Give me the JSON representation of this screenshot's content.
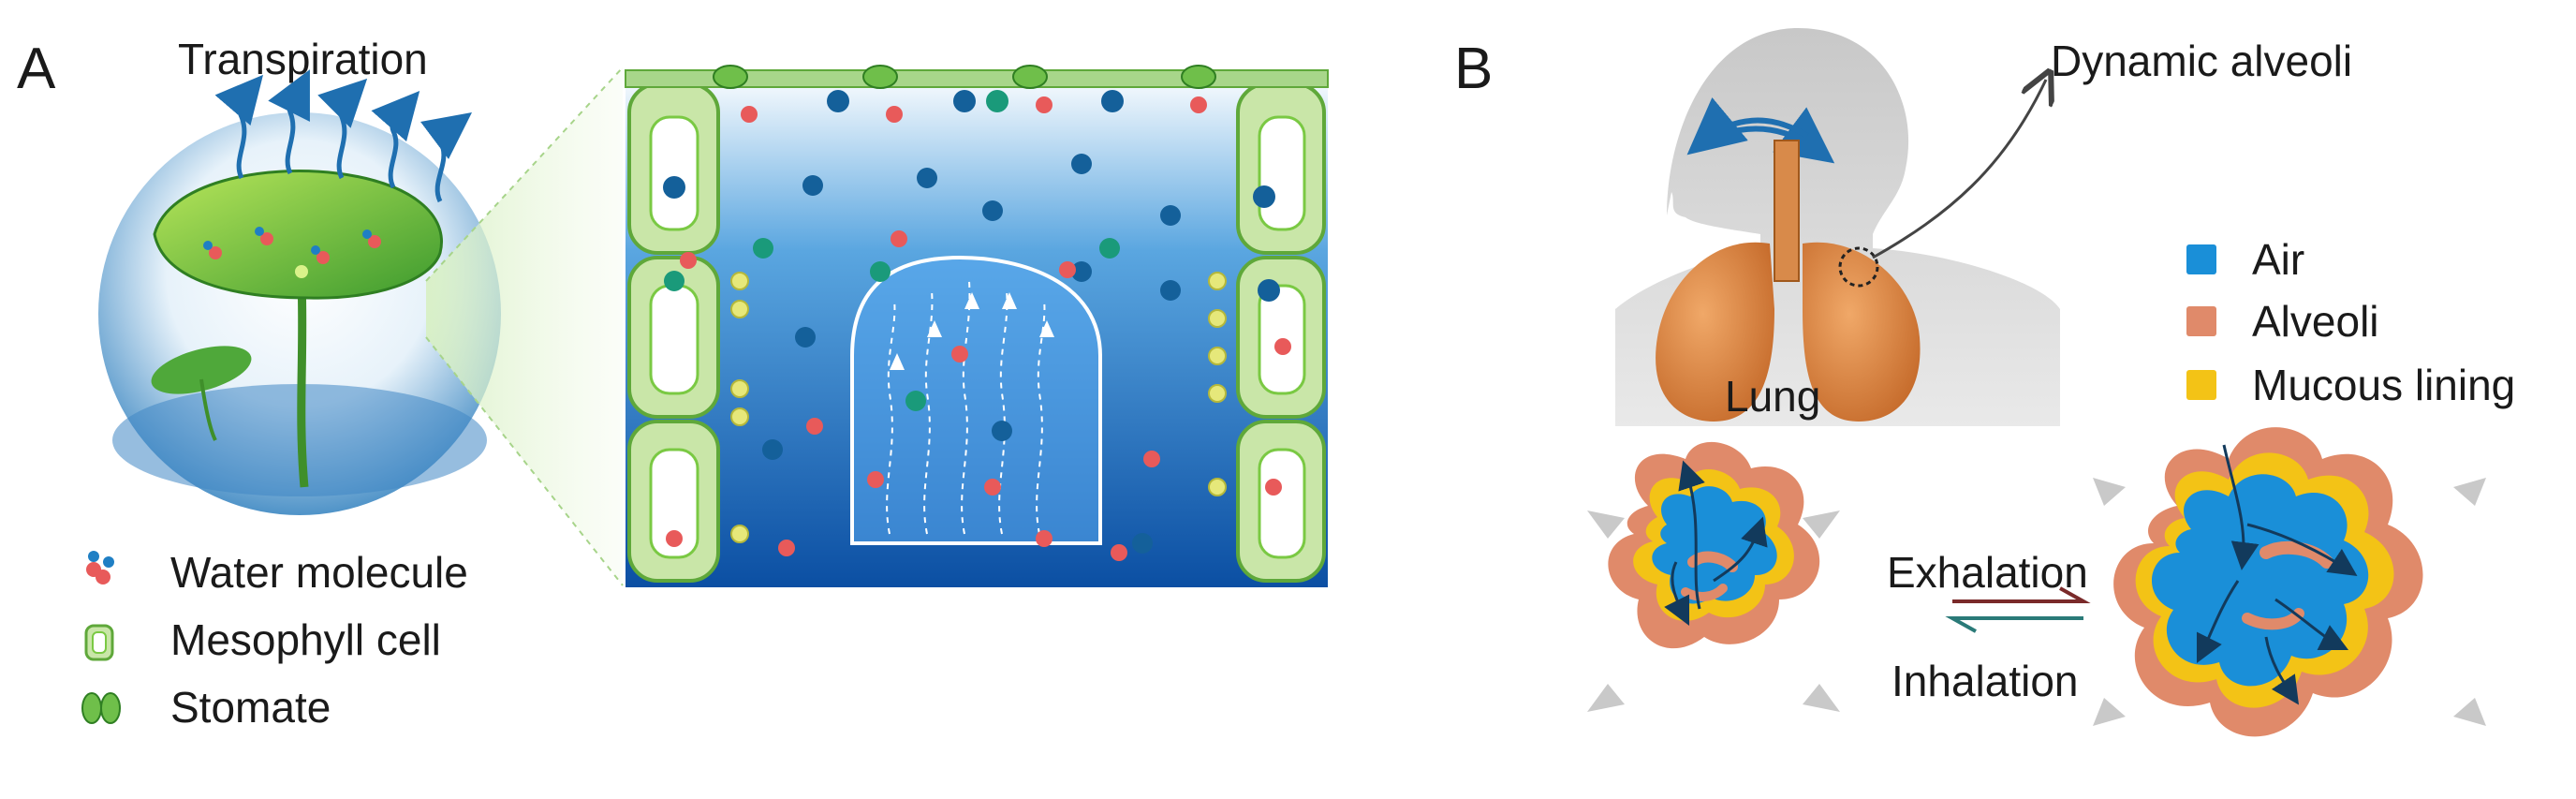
{
  "panelA": {
    "letter": "A",
    "title": "Transpiration",
    "legend": [
      {
        "label": "Water molecule",
        "icon": "water-molecule-icon"
      },
      {
        "label": "Mesophyll cell",
        "icon": "mesophyll-cell-icon"
      },
      {
        "label": "Stomate",
        "icon": "stomate-icon"
      }
    ]
  },
  "panelB": {
    "letter": "B",
    "callout": "Dynamic alveoli",
    "lung_label": "Lung",
    "legend": [
      {
        "label": "Air",
        "color": "#1a8fd8"
      },
      {
        "label": "Alveoli",
        "color": "#e08a6a"
      },
      {
        "label": "Mucous lining",
        "color": "#f3c316"
      }
    ],
    "exhalation": "Exhalation",
    "inhalation": "Inhalation"
  },
  "colors": {
    "water_blue": "#1f6fb0",
    "leaf_green": "#7ac943",
    "cell_green": "#c9e6a8",
    "air_blue": "#1a8fd8",
    "alveoli": "#e08a6a",
    "mucous": "#f3c316",
    "exhale_arrow": "#7a2a2a",
    "inhale_arrow": "#2a7a78"
  }
}
